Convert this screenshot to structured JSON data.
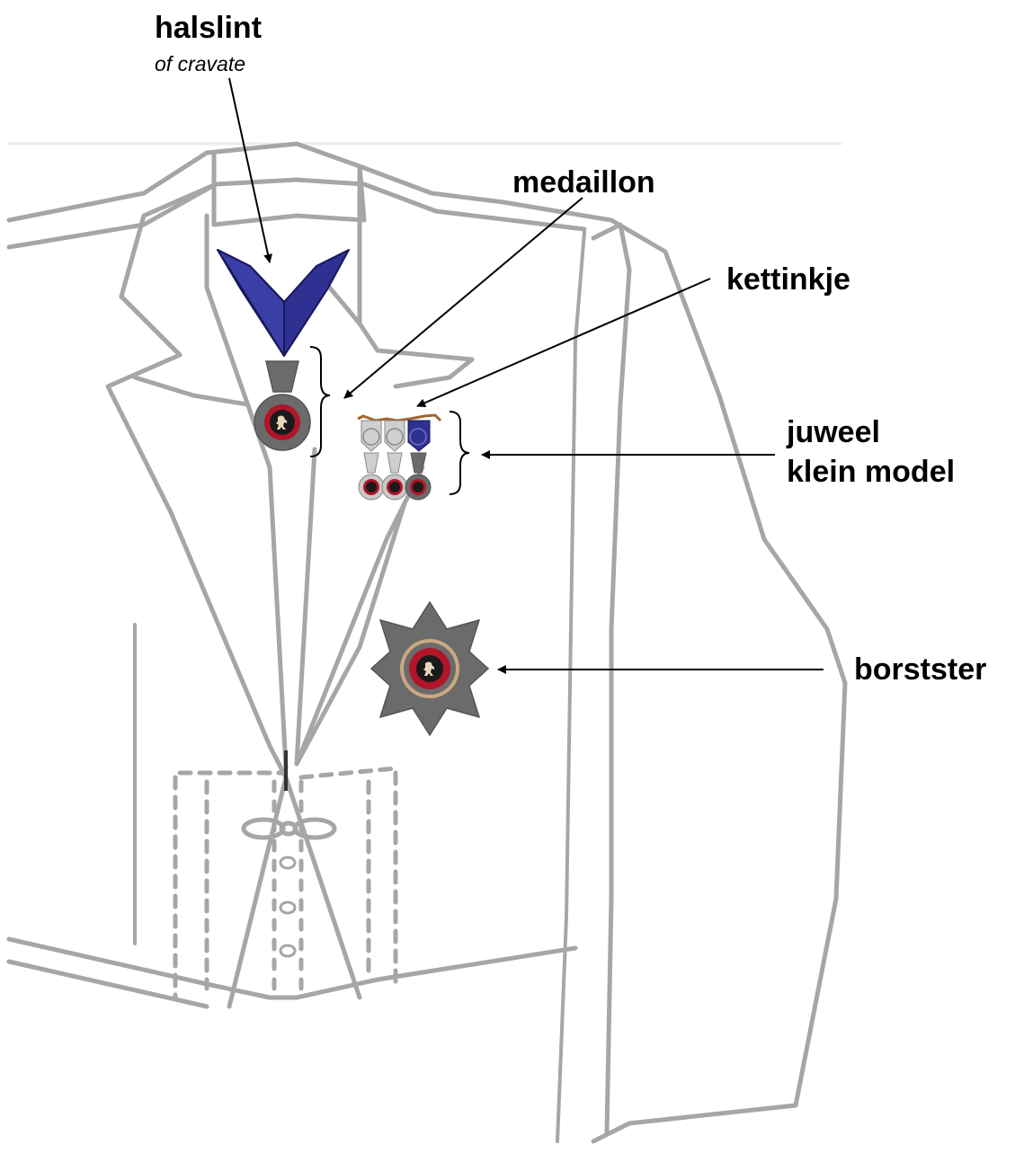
{
  "labels": {
    "halslint": "halslint",
    "halslint_sub": "of cravate",
    "medaillon": "medaillon",
    "kettinkje": "kettinkje",
    "juweel_line1": "juweel",
    "juweel_line2": "klein model",
    "borstster": "borstster"
  },
  "colors": {
    "jacket_line": "#a6a6a6",
    "ribbon_blue": "#2e3192",
    "medal_grey": "#6b6b6b",
    "medal_red": "#b0152a",
    "medal_ring": "#d9b090",
    "chain_brown": "#a0662f",
    "light_grey": "#c8c8c8",
    "arrow": "#000000"
  },
  "icons": [
    "lion-emblem-icon"
  ]
}
